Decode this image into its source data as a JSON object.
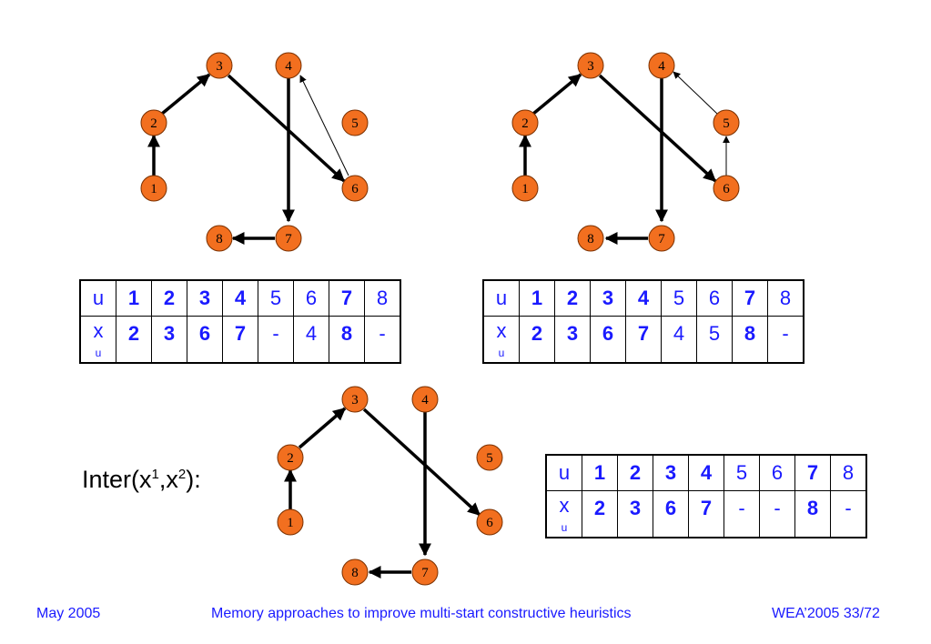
{
  "colors": {
    "node_fill": "#f26f1f",
    "text_blue": "#1a1aff",
    "edge": "#000000"
  },
  "graphs": [
    {
      "node_labels": [
        "1",
        "2",
        "3",
        "4",
        "5",
        "6",
        "7",
        "8"
      ]
    },
    {
      "node_labels": [
        "1",
        "2",
        "3",
        "4",
        "5",
        "6",
        "7",
        "8"
      ]
    },
    {
      "node_labels": [
        "1",
        "2",
        "3",
        "4",
        "5",
        "6",
        "7",
        "8"
      ]
    }
  ],
  "tables": [
    {
      "row_u_label": "u",
      "row_x_label": "x",
      "row_x_sub": "u",
      "u": [
        "1",
        "2",
        "3",
        "4",
        "5",
        "6",
        "7",
        "8"
      ],
      "x": [
        "2",
        "3",
        "6",
        "7",
        "-",
        "4",
        "8",
        "-"
      ]
    },
    {
      "row_u_label": "u",
      "row_x_label": "x",
      "row_x_sub": "u",
      "u": [
        "1",
        "2",
        "3",
        "4",
        "5",
        "6",
        "7",
        "8"
      ],
      "x": [
        "2",
        "3",
        "6",
        "7",
        "4",
        "5",
        "8",
        "-"
      ]
    },
    {
      "row_u_label": "u",
      "row_x_label": "x",
      "row_x_sub": "u",
      "u": [
        "1",
        "2",
        "3",
        "4",
        "5",
        "6",
        "7",
        "8"
      ],
      "x": [
        "2",
        "3",
        "6",
        "7",
        "-",
        "-",
        "8",
        "-"
      ]
    }
  ],
  "inter_label": {
    "prefix": "Inter(x",
    "sup1": "1",
    "mid": ",x",
    "sup2": "2",
    "suffix": "):"
  },
  "footer": {
    "date": "May 2005",
    "title": "Memory approaches to improve multi-start constructive heuristics",
    "page": "WEA’2005 33/72"
  }
}
